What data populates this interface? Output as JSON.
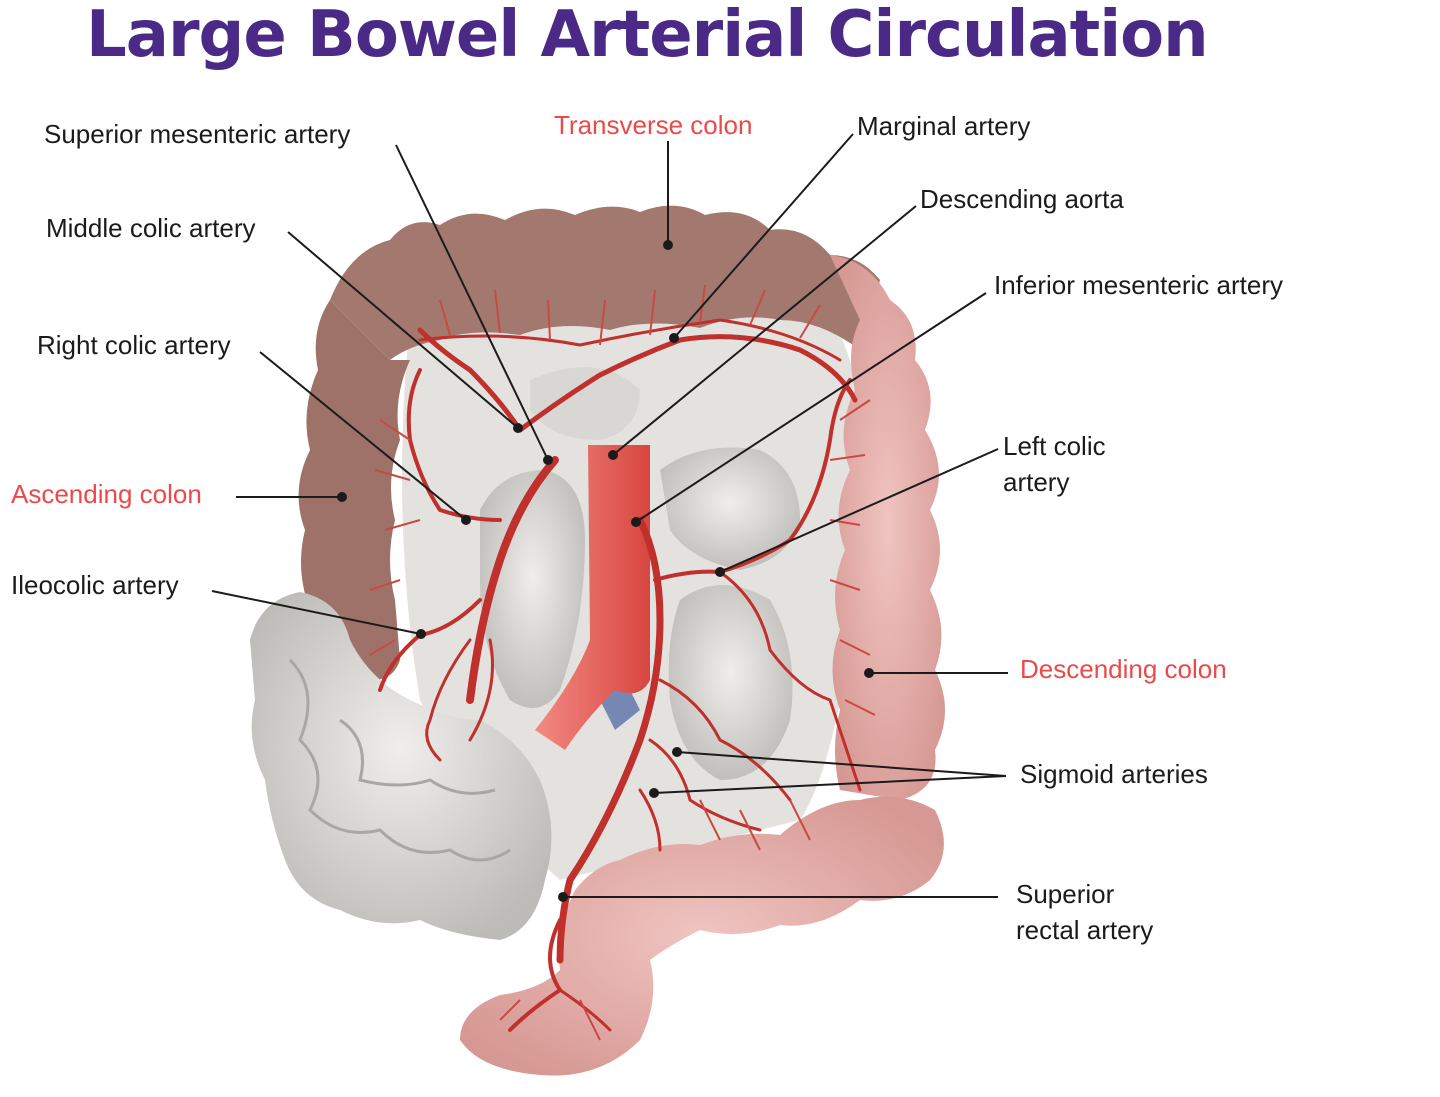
{
  "title": "Large Bowel Arterial Circulation",
  "colors": {
    "title": "#4a2a86",
    "label": "#1b1b1b",
    "label_red": "#ec4a4a",
    "artery": "#c0302c",
    "aorta": "#e8615c",
    "colon_brown": "#a0766c",
    "colon_pink": "#dca6a2",
    "small_intestine": "#d9d7d3",
    "vein": "#7787b4"
  },
  "labels": {
    "superior_mesenteric_artery": "Superior mesenteric artery",
    "transverse_colon": "Transverse colon",
    "marginal_artery": "Marginal artery",
    "descending_aorta": "Descending aorta",
    "middle_colic_artery": "Middle colic artery",
    "inferior_mesenteric_artery": "Inferior mesenteric artery",
    "right_colic_artery": "Right colic artery",
    "left_colic_artery_l1": "Left colic",
    "left_colic_artery_l2": "artery",
    "ascending_colon": "Ascending colon",
    "ileocolic_artery": "Ileocolic artery",
    "descending_colon": "Descending colon",
    "sigmoid_arteries": "Sigmoid arteries",
    "superior_rectal_artery_l1": "Superior",
    "superior_rectal_artery_l2": "rectal artery"
  }
}
